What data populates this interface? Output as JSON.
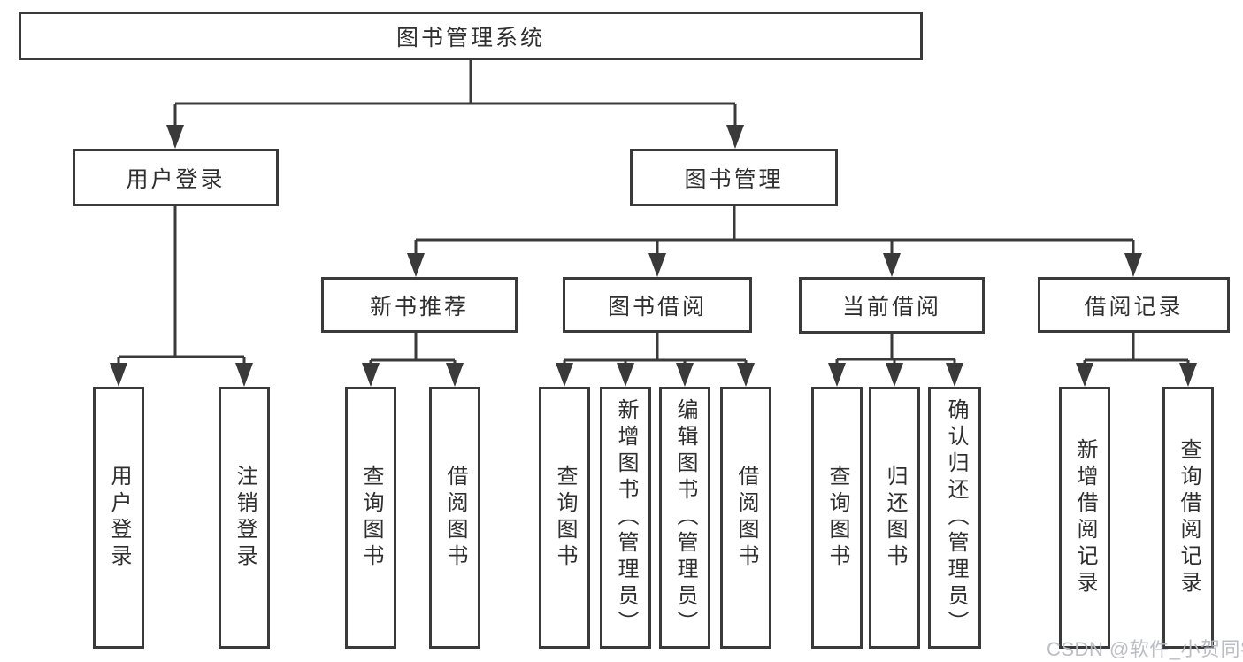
{
  "diagram": {
    "root": {
      "label": "图书管理系统"
    },
    "branches": [
      {
        "label": "用户登录",
        "children": [
          {
            "label": "用户登录"
          },
          {
            "label": "注销登录"
          }
        ]
      },
      {
        "label": "图书管理",
        "groups": [
          {
            "label": "新书推荐",
            "children": [
              {
                "label": "查询图书"
              },
              {
                "label": "借阅图书"
              }
            ]
          },
          {
            "label": "图书借阅",
            "children": [
              {
                "label": "查询图书"
              },
              {
                "label": "新增图书（管理员）"
              },
              {
                "label": "编辑图书（管理员）"
              },
              {
                "label": "借阅图书"
              }
            ]
          },
          {
            "label": "当前借阅",
            "children": [
              {
                "label": "查询图书"
              },
              {
                "label": "归还图书"
              },
              {
                "label": "确认归还（管理员）"
              }
            ]
          },
          {
            "label": "借阅记录",
            "children": [
              {
                "label": "新增借阅记录"
              },
              {
                "label": "查询借阅记录"
              }
            ]
          }
        ]
      }
    ]
  },
  "watermark": {
    "text": "CSDN @软件_小贺同学"
  },
  "colors": {
    "line": "#3a3a3a",
    "text": "#2f2f2f",
    "watermark": "#b7bbc2",
    "background": "#ffffff"
  }
}
